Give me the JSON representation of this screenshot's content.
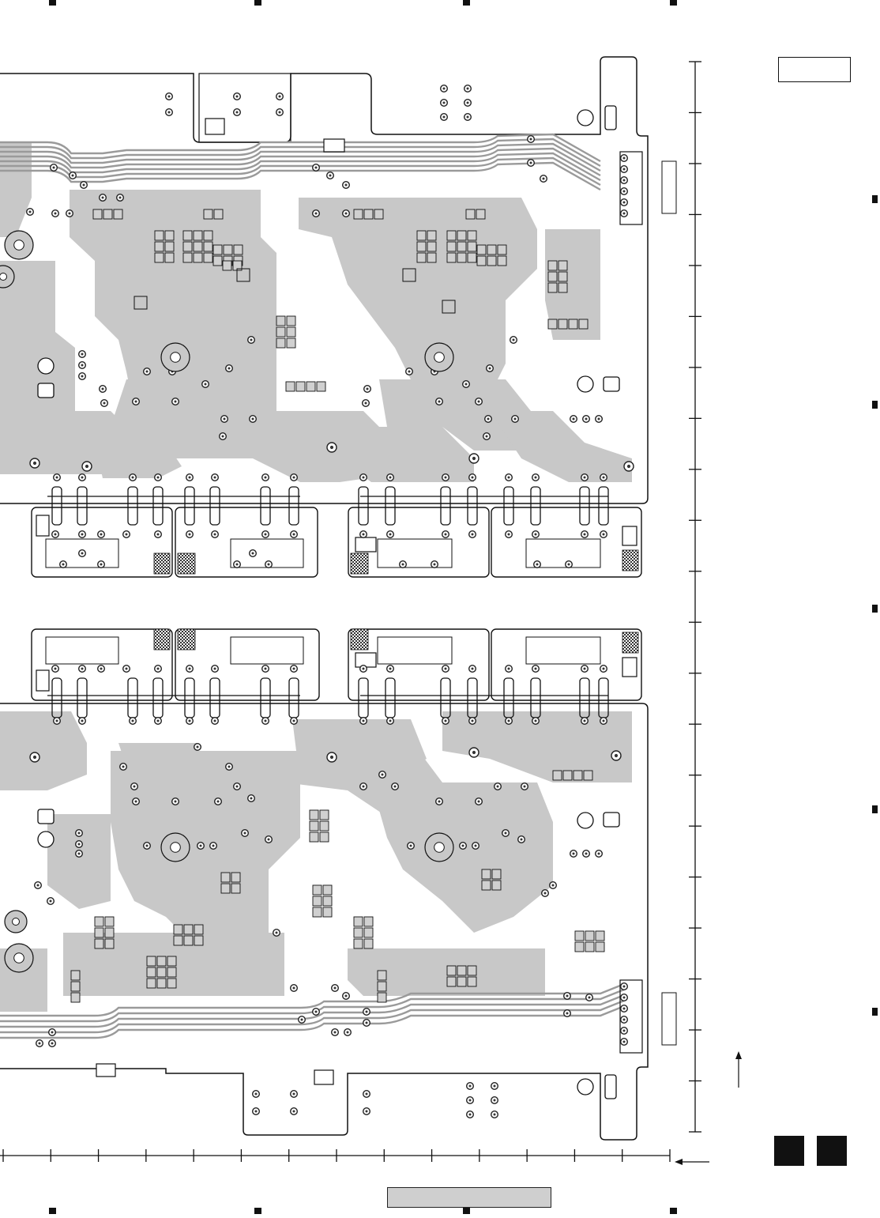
{
  "diagram": {
    "kind": "pcb-layout",
    "colors": {
      "board_outline": "#111111",
      "copper_fill": "#c8c8c8",
      "trace": "#9a9a9a",
      "pad_ring": "#222222",
      "pad_hole": "#ffffff",
      "component_body": "#d0d0d0",
      "hatch": "#333333"
    },
    "icons": {
      "board": "pcb-board-icon",
      "pad": "solder-pad-icon",
      "mounting_hole": "mounting-hole-icon",
      "arrow_up": "arrow-up-icon",
      "arrow_left": "arrow-left-icon"
    }
  },
  "frame": {
    "header_box_label": "",
    "side_ruler_ticks": 22,
    "bottom_ruler_ticks": 15,
    "right_edge_markers": 6,
    "top_edge_markers": 4,
    "bottom_edge_markers": 4,
    "footer_squares": 2
  }
}
